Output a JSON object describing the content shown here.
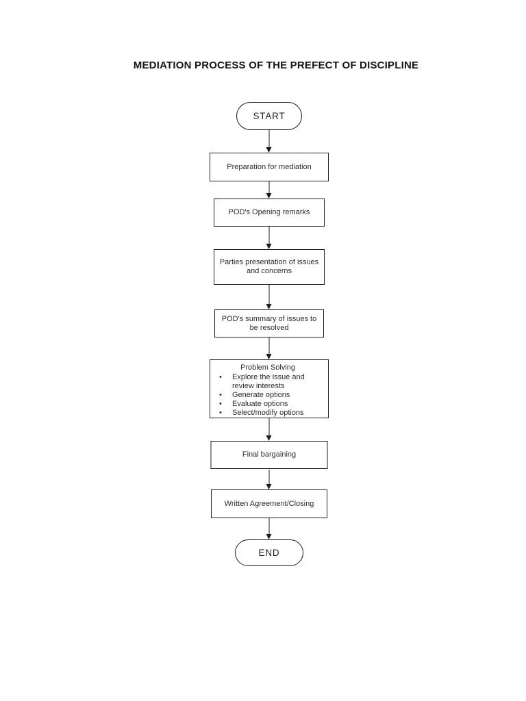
{
  "title": "MEDIATION PROCESS OF THE PREFECT OF DISCIPLINE",
  "flowchart": {
    "start": "START",
    "end": "END",
    "steps": [
      "Preparation for mediation",
      "POD's Opening remarks",
      "Parties presentation of issues and concerns",
      "POD's summary of issues to be resolved",
      "Final bargaining",
      "Written Agreement/Closing"
    ],
    "problem_solving": {
      "heading": "Problem Solving",
      "bullets": [
        "Explore the issue and review interests",
        "Generate options",
        "Evaluate options",
        "Select/modify options"
      ]
    },
    "colors": {
      "line": "#1c1c1c",
      "text": "#2b2b2b",
      "background": "#ffffff"
    }
  }
}
